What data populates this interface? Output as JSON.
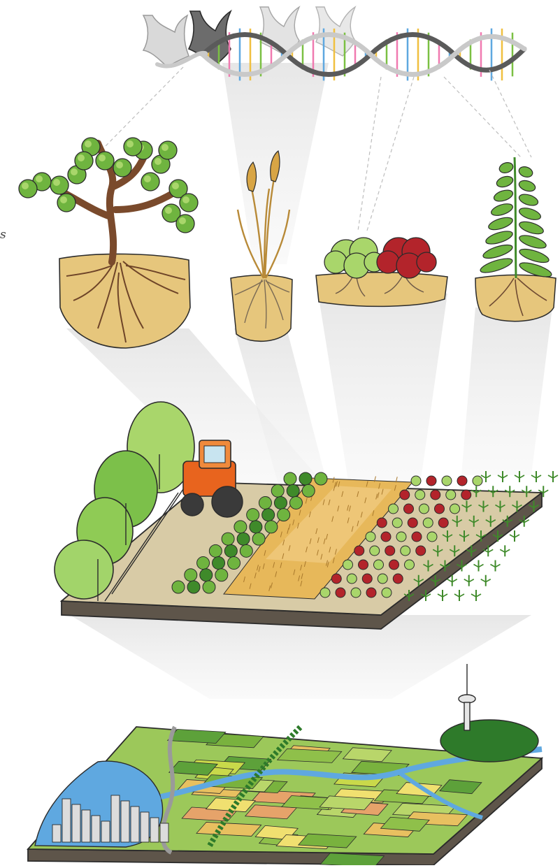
{
  "edge_text": "s",
  "colors": {
    "outline": "#2b2b2b",
    "leaf_green": "#6fb43f",
    "leaf_dark": "#3f8a2a",
    "leaf_light": "#a9d66b",
    "lettuce_red": "#b3242b",
    "trunk_brown": "#7a4a2c",
    "soil_sand": "#e6c67c",
    "soil_dark": "#5e554a",
    "wheat_gold": "#e0b050",
    "tractor_orange": "#e8641e",
    "water_blue": "#5fa8e0",
    "dna_gray": "#9a9a9a",
    "beam_gray": "#e9e9e9"
  },
  "diagram": {
    "levels": [
      "dna-molecule",
      "individual-plants",
      "field-plot",
      "regional-landscape"
    ],
    "plants": [
      "grapevine",
      "wheat",
      "lettuce",
      "young-plant"
    ]
  }
}
